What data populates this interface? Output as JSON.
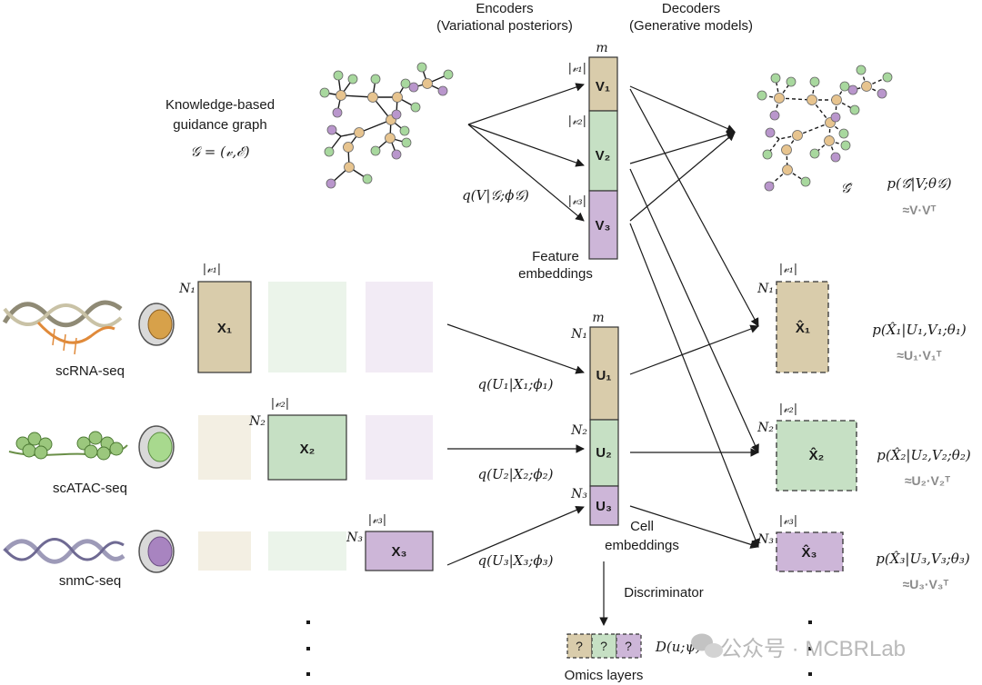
{
  "header": {
    "encoders_line1": "Encoders",
    "encoders_line2": "(Variational posteriors)",
    "decoders_line1": "Decoders",
    "decoders_line2": "(Generative models)"
  },
  "guidance": {
    "title_line1": "Knowledge-based",
    "title_line2": "guidance graph",
    "formula": "𝒢 = (𝓋,ℰ)",
    "recon_symbol": "𝒢̂"
  },
  "feature_embeddings": {
    "m_label": "m",
    "caption_line1": "Feature",
    "caption_line2": "embeddings",
    "blocks": [
      {
        "size_label": "|𝓋₁|",
        "symbol": "V₁",
        "color": "#d9ccab"
      },
      {
        "size_label": "|𝓋₂|",
        "symbol": "V₂",
        "color": "#c6e0c4"
      },
      {
        "size_label": "|𝓋₃|",
        "symbol": "V₃",
        "color": "#cdb6d8"
      }
    ]
  },
  "cell_embeddings": {
    "m_label": "m",
    "caption_line1": "Cell",
    "caption_line2": "embeddings",
    "blocks": [
      {
        "count_label": "N₁",
        "symbol": "U₁",
        "color": "#d9ccab"
      },
      {
        "count_label": "N₂",
        "symbol": "U₂",
        "color": "#c6e0c4"
      },
      {
        "count_label": "N₃",
        "symbol": "U₃",
        "color": "#cdb6d8"
      }
    ]
  },
  "omics": [
    {
      "name": "scRNA-seq",
      "symbol": "X₁",
      "count_label": "N₁",
      "size_label": "|𝓋₁|",
      "color": "#d9ccab",
      "light": "#f3efe3"
    },
    {
      "name": "scATAC-seq",
      "symbol": "X₂",
      "count_label": "N₂",
      "size_label": "|𝓋₂|",
      "color": "#c6e0c4",
      "light": "#ebf4ea"
    },
    {
      "name": "snmC-seq",
      "symbol": "X₃",
      "count_label": "N₃",
      "size_label": "|𝓋₃|",
      "color": "#cdb6d8",
      "light": "#f2ebf5"
    }
  ],
  "encoders": {
    "graph": "q(V|𝒢;ϕ𝒢)",
    "x1": "q(U₁|X₁;ϕ₁)",
    "x2": "q(U₂|X₂;ϕ₂)",
    "x3": "q(U₃|X₃;ϕ₃)"
  },
  "decoders": {
    "graph": "p(𝒢̂|V;θ𝒢)",
    "graph_approx": "≈V·Vᵀ",
    "x1": "p(X̂₁|U₁,V₁;θ₁)",
    "x1_approx": "≈U₁·V₁ᵀ",
    "x2": "p(X̂₂|U₂,V₂;θ₂)",
    "x2_approx": "≈U₂·V₂ᵀ",
    "x3": "p(X̂₃|U₃,V₃;θ₃)",
    "x3_approx": "≈U₃·V₃ᵀ"
  },
  "reconstructions": [
    {
      "symbol": "X̂₁",
      "count_label": "N₁",
      "size_label": "|𝓋₁|"
    },
    {
      "symbol": "X̂₂",
      "count_label": "N₂",
      "size_label": "|𝓋₂|"
    },
    {
      "symbol": "X̂₃",
      "count_label": "N₃",
      "size_label": "|𝓋₃|"
    }
  ],
  "discriminator": {
    "label": "Discriminator",
    "formula": "D(u;ψ)",
    "cells": [
      "?",
      "?",
      "?"
    ],
    "caption": "Omics layers"
  },
  "watermark": "公众号 · MCBRLab",
  "colors": {
    "rna": "#d9ccab",
    "atac": "#c6e0c4",
    "mc": "#cdb6d8",
    "node_green": "#a8d89e",
    "node_tan": "#e7c48f",
    "node_purple": "#b996cc"
  }
}
